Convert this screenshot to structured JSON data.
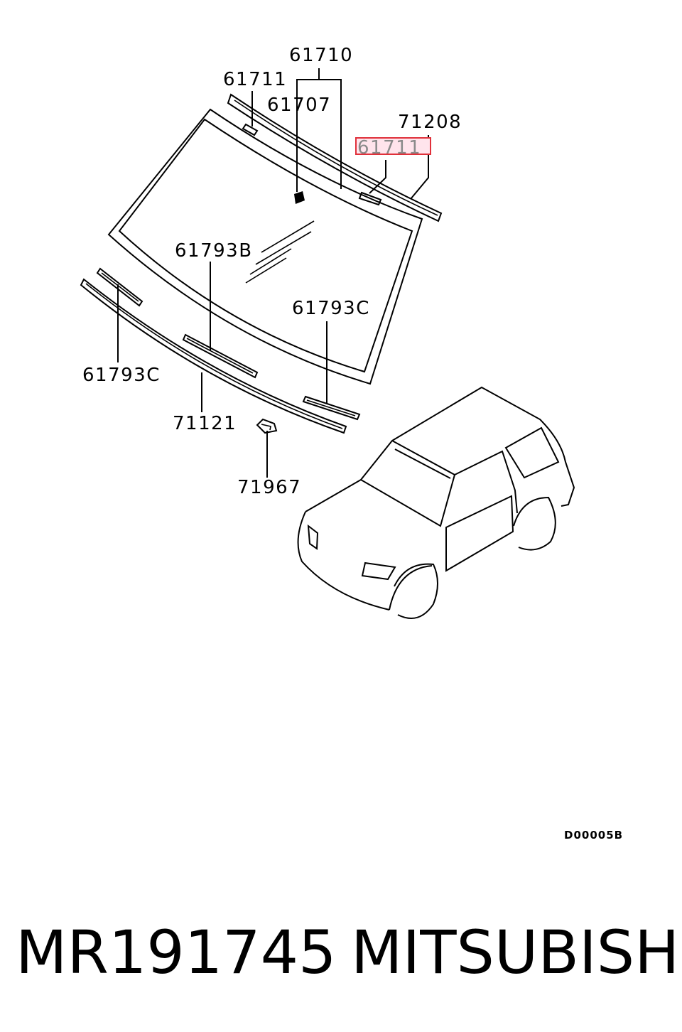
{
  "callouts": {
    "c61710": "61710",
    "c61711_top": "61711",
    "c61707": "61707",
    "c71208": "71208",
    "c61711_highlight": "61711",
    "c61793B": "61793B",
    "c61793C_right": "61793C",
    "c61793C_left": "61793C",
    "c71121": "71121",
    "c71967": "71967"
  },
  "diagram_code": "D00005B",
  "caption": {
    "part_number": "MR191745",
    "brand": "MITSUBISHI"
  },
  "colors": {
    "highlight_border": "#e0303a",
    "highlight_fill": "#ffe4ec",
    "line": "#000000"
  }
}
